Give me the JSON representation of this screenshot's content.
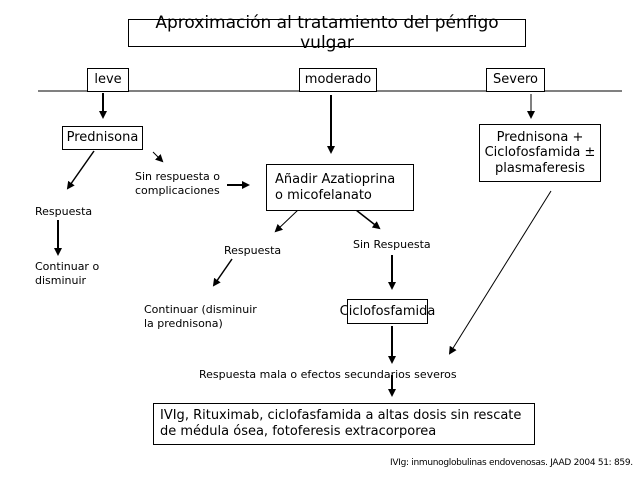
{
  "title": "Aproximación al tratamiento del pénfigo vulgar",
  "severity_levels": {
    "mild": "leve",
    "moderate": "moderado",
    "severe": "Severo"
  },
  "nodes": {
    "prednisona": "Prednisona",
    "sin_respuesta_complicaciones": [
      "Sin respuesta o",
      "complicaciones"
    ],
    "respuesta_leve": "Respuesta",
    "continuar_disminuir": [
      "Continuar o",
      "disminuir"
    ],
    "anadir_aza": [
      "Añadir Azatioprina",
      "o micofelanato"
    ],
    "respuesta_mod": "Respuesta",
    "sin_respuesta_mod": "Sin Respuesta",
    "continuar_pred": [
      "Continuar (disminuir",
      "la prednisona)"
    ],
    "ciclofosfamida": "Ciclofosfamida",
    "severo_tx": [
      "Prednisona +",
      "Ciclofosfamida ±",
      "plasmaferesis"
    ],
    "respuesta_mala": "Respuesta mala o efectos secundarios severos",
    "final_tx": [
      "IVIg, Rituximab, ciclofasfamida a altas dosis sin rescate",
      "de médula ósea, fotoferesis extracorporea"
    ]
  },
  "footnote": "IVIg: inmunoglobulinas endovenosas. JAAD 2004 51: 859."
}
